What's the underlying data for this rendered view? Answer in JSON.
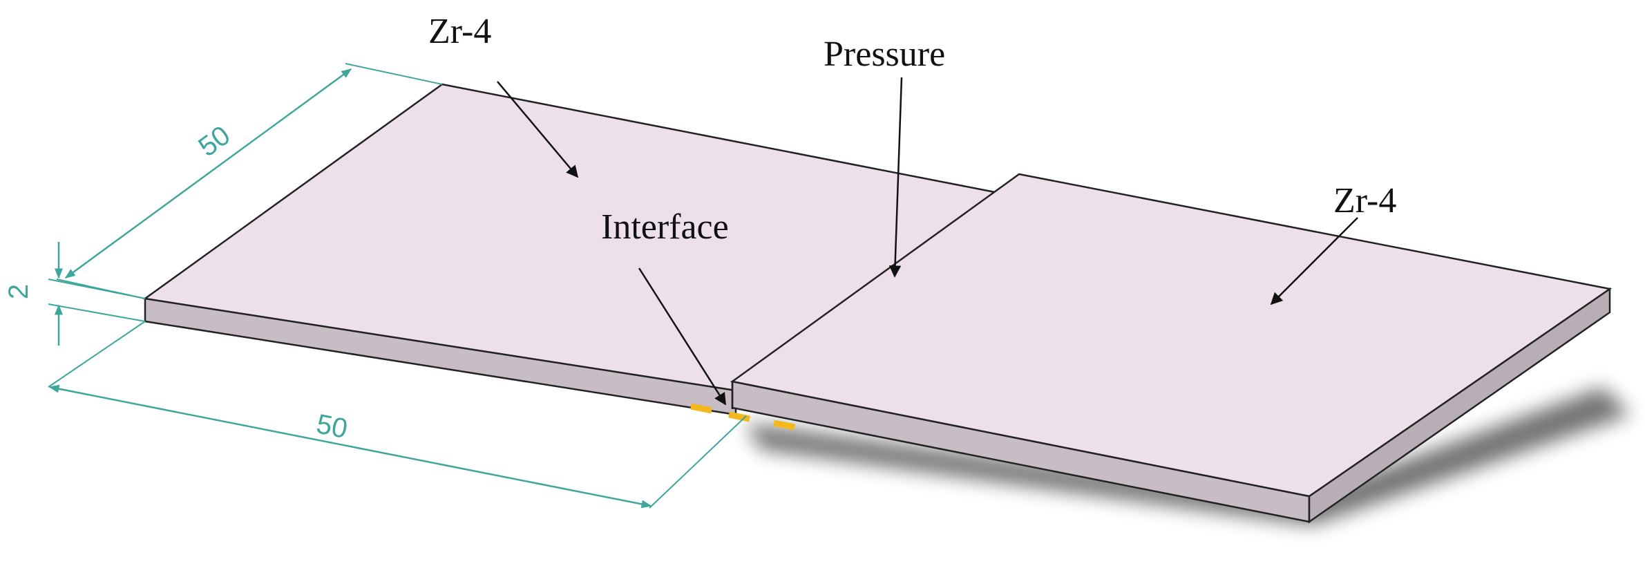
{
  "labels": {
    "zr4_left": "Zr-4",
    "zr4_right": "Zr-4",
    "pressure": "Pressure",
    "interface": "Interface"
  },
  "dimensions": {
    "width": "50",
    "thickness": "2",
    "length": "50"
  },
  "colors": {
    "plate_top": "#eee0eb",
    "plate_side": "#c8bcc5",
    "plate_edge": "#222222",
    "dimension": "#3ea69a",
    "weld": "#f2b81c",
    "shadow": "#000000"
  }
}
